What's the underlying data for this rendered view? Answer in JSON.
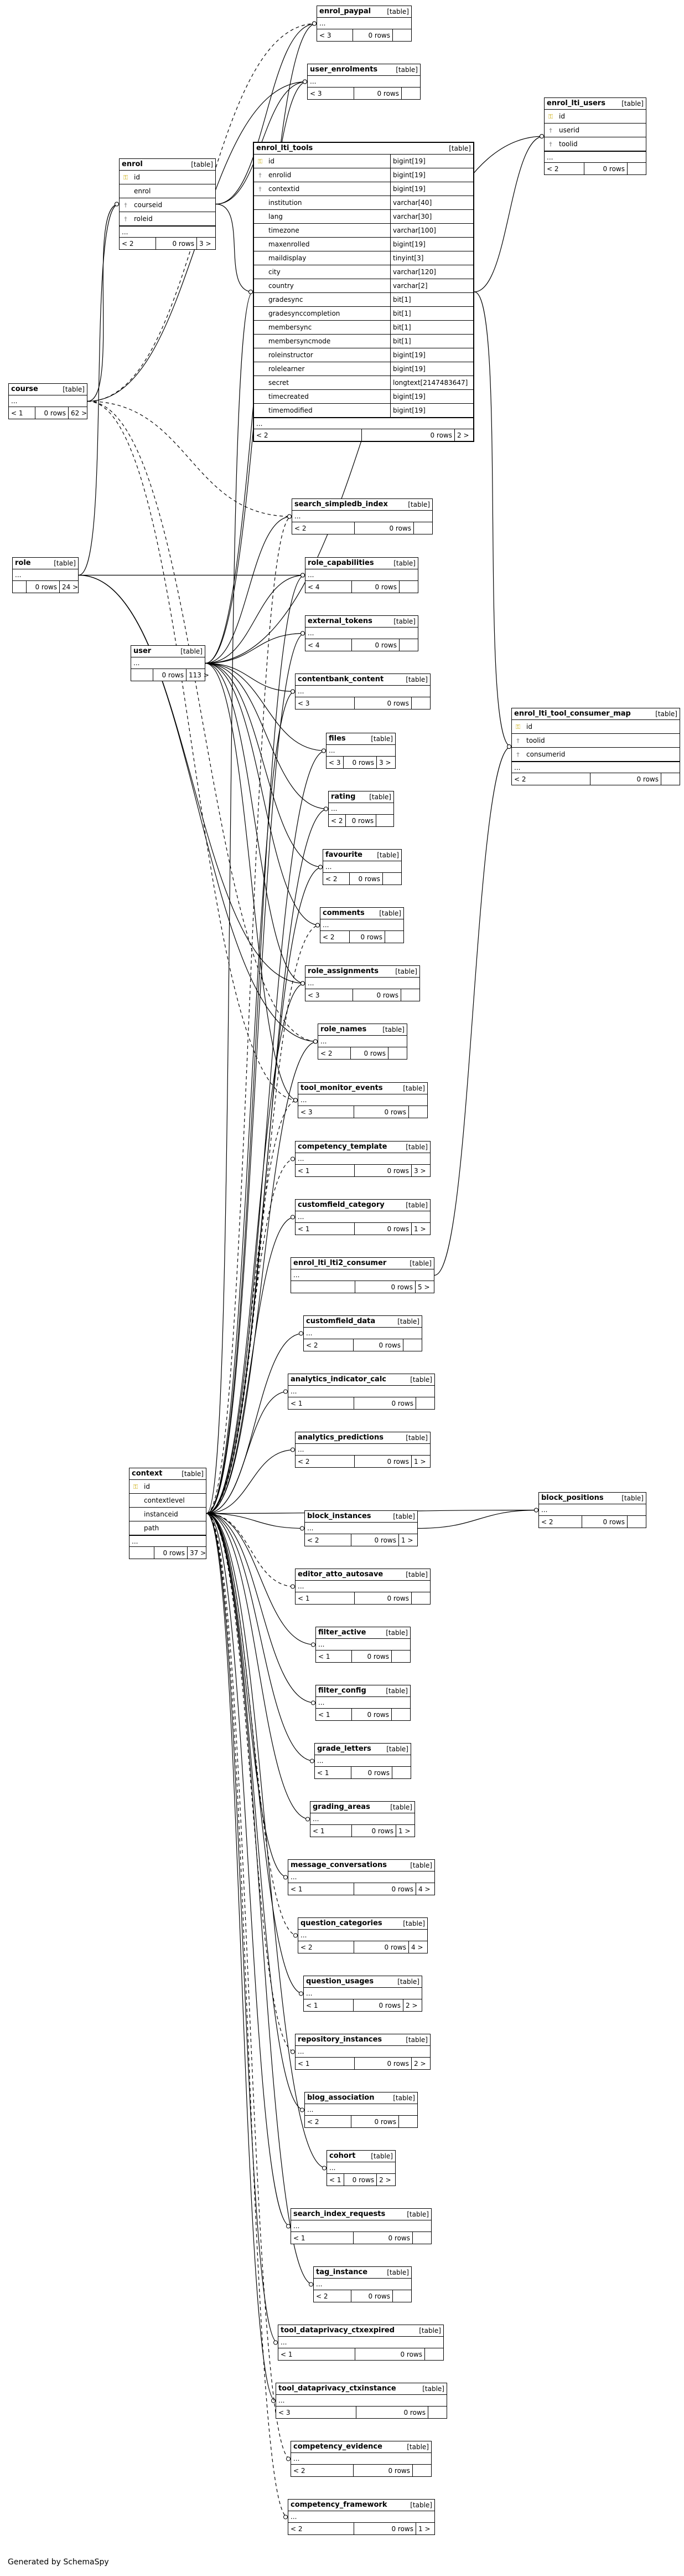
{
  "footer": "Generated by SchemaSpy",
  "tables": [
    {
      "id": "enrol_paypal",
      "name": "enrol_paypal",
      "kind": "[table]",
      "cols": [],
      "foot": [
        "< 3",
        "0 rows",
        ""
      ]
    },
    {
      "id": "user_enrolments",
      "name": "user_enrolments",
      "kind": "[table]",
      "cols": [],
      "foot": [
        "< 3",
        "0 rows",
        ""
      ]
    },
    {
      "id": "enrol_lti_users",
      "name": "enrol_lti_users",
      "kind": "[table]",
      "cols": [
        {
          "n": "id",
          "k": "pk"
        },
        {
          "n": "userid",
          "k": "fk"
        },
        {
          "n": "toolid",
          "k": "fk"
        }
      ],
      "foot": [
        "< 2",
        "0 rows",
        ""
      ]
    },
    {
      "id": "enrol",
      "name": "enrol",
      "kind": "[table]",
      "cols": [
        {
          "n": "id",
          "k": "pk"
        },
        {
          "n": "enrol",
          "k": ""
        },
        {
          "n": "courseid",
          "k": "fk"
        },
        {
          "n": "roleid",
          "k": "fk"
        }
      ],
      "foot": [
        "< 2",
        "0 rows",
        "3 >"
      ]
    },
    {
      "id": "enrol_lti_tools",
      "name": "enrol_lti_tools",
      "kind": "[table]",
      "sel": true,
      "cols": [
        {
          "n": "id",
          "t": "bigint[19]",
          "k": "pk"
        },
        {
          "n": "enrolid",
          "t": "bigint[19]",
          "k": "fk"
        },
        {
          "n": "contextid",
          "t": "bigint[19]",
          "k": "fk"
        },
        {
          "n": "institution",
          "t": "varchar[40]",
          "k": ""
        },
        {
          "n": "lang",
          "t": "varchar[30]",
          "k": ""
        },
        {
          "n": "timezone",
          "t": "varchar[100]",
          "k": ""
        },
        {
          "n": "maxenrolled",
          "t": "bigint[19]",
          "k": ""
        },
        {
          "n": "maildisplay",
          "t": "tinyint[3]",
          "k": ""
        },
        {
          "n": "city",
          "t": "varchar[120]",
          "k": ""
        },
        {
          "n": "country",
          "t": "varchar[2]",
          "k": ""
        },
        {
          "n": "gradesync",
          "t": "bit[1]",
          "k": ""
        },
        {
          "n": "gradesynccompletion",
          "t": "bit[1]",
          "k": ""
        },
        {
          "n": "membersync",
          "t": "bit[1]",
          "k": ""
        },
        {
          "n": "membersyncmode",
          "t": "bit[1]",
          "k": ""
        },
        {
          "n": "roleinstructor",
          "t": "bigint[19]",
          "k": ""
        },
        {
          "n": "rolelearner",
          "t": "bigint[19]",
          "k": ""
        },
        {
          "n": "secret",
          "t": "longtext[2147483647]",
          "k": ""
        },
        {
          "n": "timecreated",
          "t": "bigint[19]",
          "k": ""
        },
        {
          "n": "timemodified",
          "t": "bigint[19]",
          "k": ""
        }
      ],
      "foot": [
        "< 2",
        "0 rows",
        "2 >"
      ]
    },
    {
      "id": "course",
      "name": "course",
      "kind": "[table]",
      "cols": [],
      "foot": [
        "< 1",
        "0 rows",
        "62 >"
      ]
    },
    {
      "id": "search_simpledb_index",
      "name": "search_simpledb_index",
      "kind": "[table]",
      "cols": [],
      "foot": [
        "< 2",
        "0 rows",
        ""
      ]
    },
    {
      "id": "role",
      "name": "role",
      "kind": "[table]",
      "cols": [],
      "foot": [
        "",
        "0 rows",
        "24 >"
      ]
    },
    {
      "id": "role_capabilities",
      "name": "role_capabilities",
      "kind": "[table]",
      "cols": [],
      "foot": [
        "< 4",
        "0 rows",
        ""
      ]
    },
    {
      "id": "external_tokens",
      "name": "external_tokens",
      "kind": "[table]",
      "cols": [],
      "foot": [
        "< 4",
        "0 rows",
        ""
      ]
    },
    {
      "id": "user",
      "name": "user",
      "kind": "[table]",
      "cols": [],
      "foot": [
        "",
        "0 rows",
        "113 >"
      ]
    },
    {
      "id": "contentbank_content",
      "name": "contentbank_content",
      "kind": "[table]",
      "cols": [],
      "foot": [
        "< 3",
        "0 rows",
        ""
      ]
    },
    {
      "id": "enrol_lti_tool_consumer_map",
      "name": "enrol_lti_tool_consumer_map",
      "kind": "[table]",
      "cols": [
        {
          "n": "id",
          "k": "pk"
        },
        {
          "n": "toolid",
          "k": "fk"
        },
        {
          "n": "consumerid",
          "k": "fk"
        }
      ],
      "foot": [
        "< 2",
        "0 rows",
        ""
      ]
    },
    {
      "id": "files",
      "name": "files",
      "kind": "[table]",
      "cols": [],
      "foot": [
        "< 3",
        "0 rows",
        "3 >"
      ]
    },
    {
      "id": "rating",
      "name": "rating",
      "kind": "[table]",
      "cols": [],
      "foot": [
        "< 2",
        "0 rows",
        ""
      ]
    },
    {
      "id": "favourite",
      "name": "favourite",
      "kind": "[table]",
      "cols": [],
      "foot": [
        "< 2",
        "0 rows",
        ""
      ]
    },
    {
      "id": "comments",
      "name": "comments",
      "kind": "[table]",
      "cols": [],
      "foot": [
        "< 2",
        "0 rows",
        ""
      ]
    },
    {
      "id": "role_assignments",
      "name": "role_assignments",
      "kind": "[table]",
      "cols": [],
      "foot": [
        "< 3",
        "0 rows",
        ""
      ]
    },
    {
      "id": "role_names",
      "name": "role_names",
      "kind": "[table]",
      "cols": [],
      "foot": [
        "< 2",
        "0 rows",
        ""
      ]
    },
    {
      "id": "tool_monitor_events",
      "name": "tool_monitor_events",
      "kind": "[table]",
      "cols": [],
      "foot": [
        "< 3",
        "0 rows",
        ""
      ]
    },
    {
      "id": "competency_template",
      "name": "competency_template",
      "kind": "[table]",
      "cols": [],
      "foot": [
        "< 1",
        "0 rows",
        "3 >"
      ]
    },
    {
      "id": "customfield_category",
      "name": "customfield_category",
      "kind": "[table]",
      "cols": [],
      "foot": [
        "< 1",
        "0 rows",
        "1 >"
      ]
    },
    {
      "id": "enrol_lti_lti2_consumer",
      "name": "enrol_lti_lti2_consumer",
      "kind": "[table]",
      "cols": [],
      "foot": [
        "",
        "0 rows",
        "5 >"
      ]
    },
    {
      "id": "customfield_data",
      "name": "customfield_data",
      "kind": "[table]",
      "cols": [],
      "foot": [
        "< 2",
        "0 rows",
        ""
      ]
    },
    {
      "id": "analytics_indicator_calc",
      "name": "analytics_indicator_calc",
      "kind": "[table]",
      "cols": [],
      "foot": [
        "< 1",
        "0 rows",
        ""
      ]
    },
    {
      "id": "analytics_predictions",
      "name": "analytics_predictions",
      "kind": "[table]",
      "cols": [],
      "foot": [
        "< 2",
        "0 rows",
        "1 >"
      ]
    },
    {
      "id": "context",
      "name": "context",
      "kind": "[table]",
      "cols": [
        {
          "n": "id",
          "k": "pk"
        },
        {
          "n": "contextlevel",
          "k": ""
        },
        {
          "n": "instanceid",
          "k": ""
        },
        {
          "n": "path",
          "k": ""
        }
      ],
      "foot": [
        "",
        "0 rows",
        "37 >"
      ]
    },
    {
      "id": "block_instances",
      "name": "block_instances",
      "kind": "[table]",
      "cols": [],
      "foot": [
        "< 2",
        "0 rows",
        "1 >"
      ]
    },
    {
      "id": "block_positions",
      "name": "block_positions",
      "kind": "[table]",
      "cols": [],
      "foot": [
        "< 2",
        "0 rows",
        ""
      ]
    },
    {
      "id": "editor_atto_autosave",
      "name": "editor_atto_autosave",
      "kind": "[table]",
      "cols": [],
      "foot": [
        "< 1",
        "0 rows",
        ""
      ]
    },
    {
      "id": "filter_active",
      "name": "filter_active",
      "kind": "[table]",
      "cols": [],
      "foot": [
        "< 1",
        "0 rows",
        ""
      ]
    },
    {
      "id": "filter_config",
      "name": "filter_config",
      "kind": "[table]",
      "cols": [],
      "foot": [
        "< 1",
        "0 rows",
        ""
      ]
    },
    {
      "id": "grade_letters",
      "name": "grade_letters",
      "kind": "[table]",
      "cols": [],
      "foot": [
        "< 1",
        "0 rows",
        ""
      ]
    },
    {
      "id": "grading_areas",
      "name": "grading_areas",
      "kind": "[table]",
      "cols": [],
      "foot": [
        "< 1",
        "0 rows",
        "1 >"
      ]
    },
    {
      "id": "message_conversations",
      "name": "message_conversations",
      "kind": "[table]",
      "cols": [],
      "foot": [
        "< 1",
        "0 rows",
        "4 >"
      ]
    },
    {
      "id": "question_categories",
      "name": "question_categories",
      "kind": "[table]",
      "cols": [],
      "foot": [
        "< 2",
        "0 rows",
        "4 >"
      ]
    },
    {
      "id": "question_usages",
      "name": "question_usages",
      "kind": "[table]",
      "cols": [],
      "foot": [
        "< 1",
        "0 rows",
        "2 >"
      ]
    },
    {
      "id": "repository_instances",
      "name": "repository_instances",
      "kind": "[table]",
      "cols": [],
      "foot": [
        "< 1",
        "0 rows",
        "2 >"
      ]
    },
    {
      "id": "blog_association",
      "name": "blog_association",
      "kind": "[table]",
      "cols": [],
      "foot": [
        "< 2",
        "0 rows",
        ""
      ]
    },
    {
      "id": "cohort",
      "name": "cohort",
      "kind": "[table]",
      "cols": [],
      "foot": [
        "< 1",
        "0 rows",
        "2 >"
      ]
    },
    {
      "id": "search_index_requests",
      "name": "search_index_requests",
      "kind": "[table]",
      "cols": [],
      "foot": [
        "< 1",
        "0 rows",
        ""
      ]
    },
    {
      "id": "tag_instance",
      "name": "tag_instance",
      "kind": "[table]",
      "cols": [],
      "foot": [
        "< 2",
        "0 rows",
        ""
      ]
    },
    {
      "id": "tool_dataprivacy_ctxexpired",
      "name": "tool_dataprivacy_ctxexpired",
      "kind": "[table]",
      "cols": [],
      "foot": [
        "< 1",
        "0 rows",
        ""
      ]
    },
    {
      "id": "tool_dataprivacy_ctxinstance",
      "name": "tool_dataprivacy_ctxinstance",
      "kind": "[table]",
      "cols": [],
      "foot": [
        "< 3",
        "0 rows",
        ""
      ]
    },
    {
      "id": "competency_evidence",
      "name": "competency_evidence",
      "kind": "[table]",
      "cols": [],
      "foot": [
        "< 2",
        "0 rows",
        ""
      ]
    },
    {
      "id": "competency_framework",
      "name": "competency_framework",
      "kind": "[table]",
      "cols": [],
      "foot": [
        "< 2",
        "0 rows",
        "1 >"
      ]
    }
  ]
}
